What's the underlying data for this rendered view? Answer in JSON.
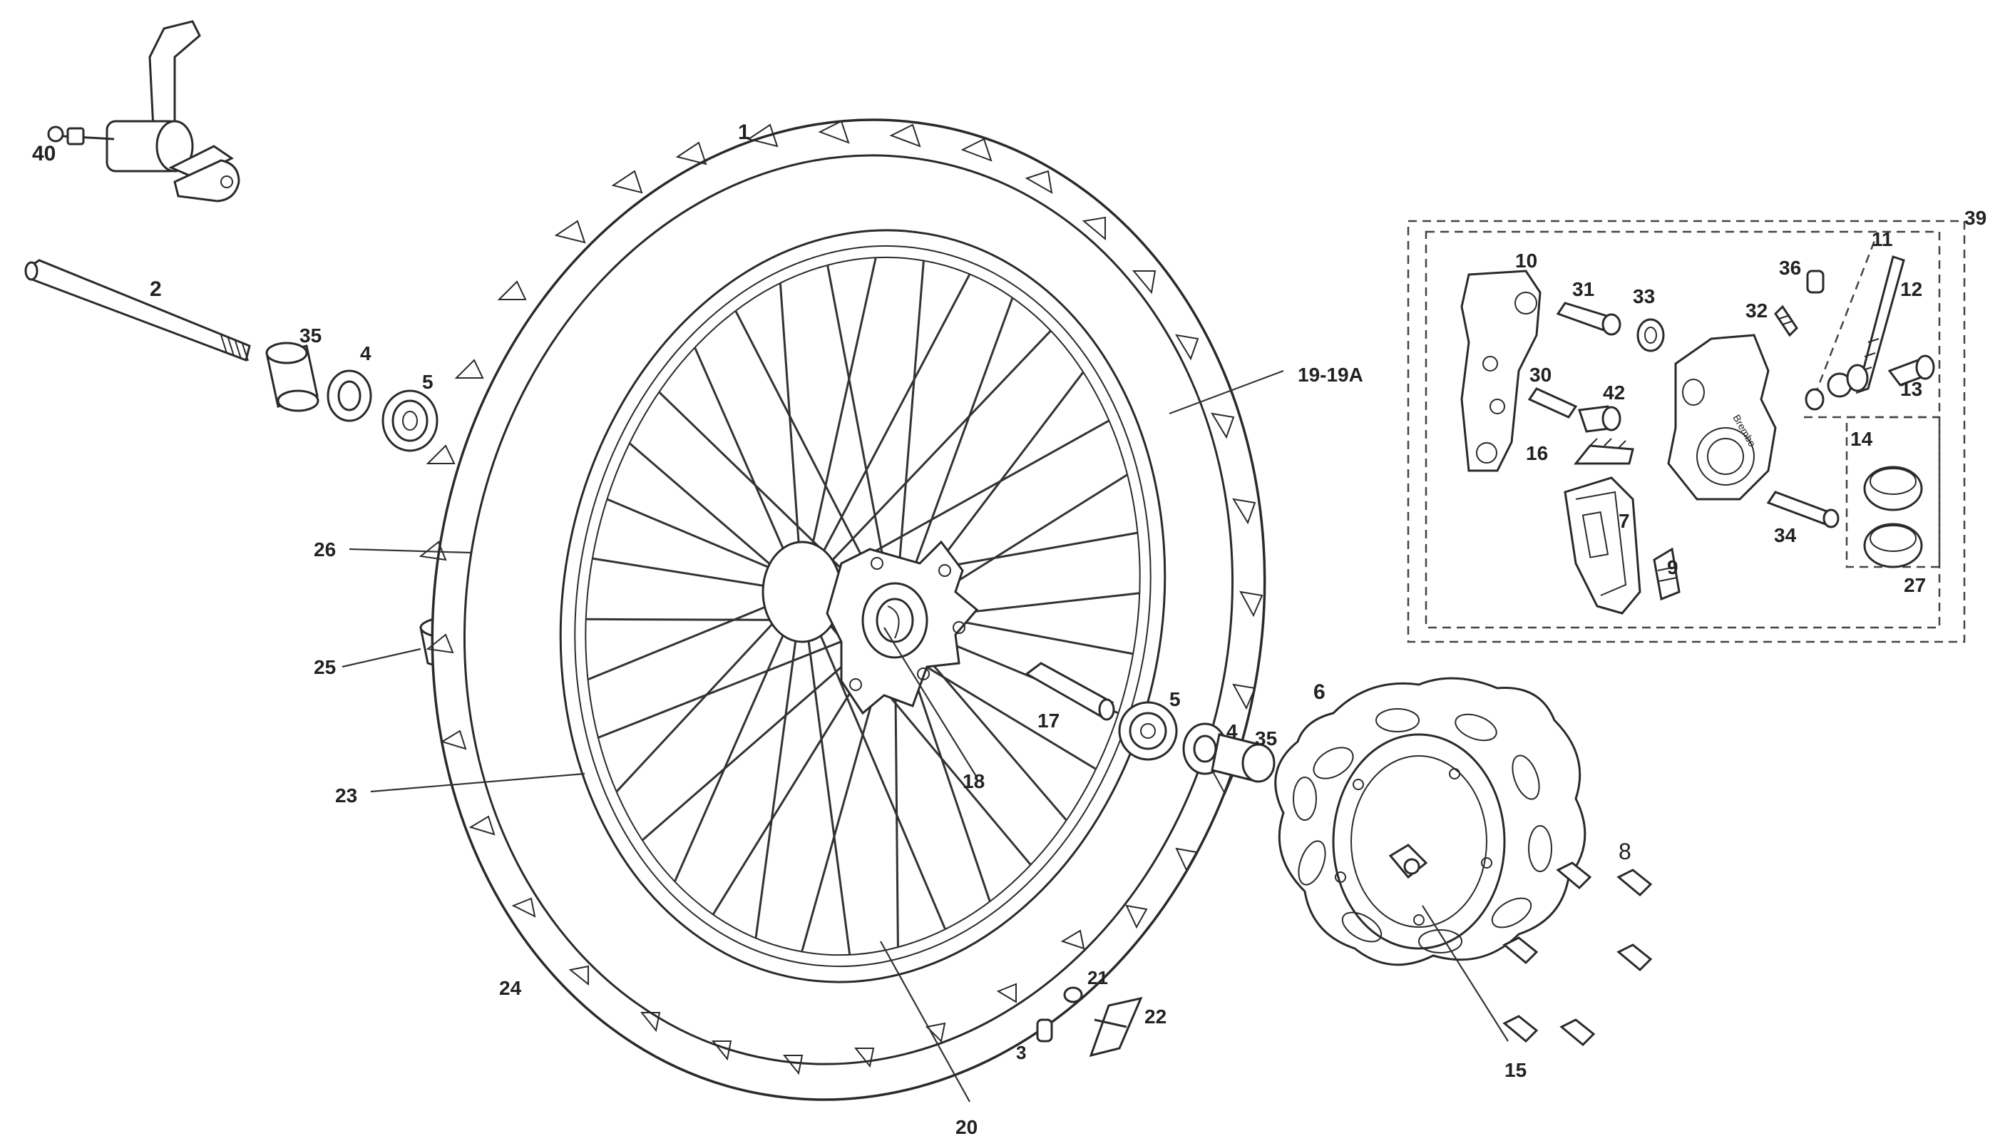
{
  "labels": {
    "1": "1",
    "2": "2",
    "3": "3",
    "4a": "4",
    "4b": "4",
    "5a": "5",
    "5b": "5",
    "6": "6",
    "7": "7",
    "8": "8",
    "9": "9",
    "10": "10",
    "11": "11",
    "12": "12",
    "13": "13",
    "14": "14",
    "15": "15",
    "16": "16",
    "17": "17",
    "18": "18",
    "19": "19-19A",
    "20": "20",
    "21": "21",
    "22": "22",
    "23": "23",
    "24": "24",
    "25": "25",
    "26": "26",
    "27": "27",
    "30": "30",
    "31": "31",
    "32": "32",
    "33": "33",
    "34": "34",
    "35a": "35",
    "35b": "35",
    "36": "36",
    "39": "39",
    "40": "40",
    "42": "42"
  },
  "brake_brand": "Brembo"
}
